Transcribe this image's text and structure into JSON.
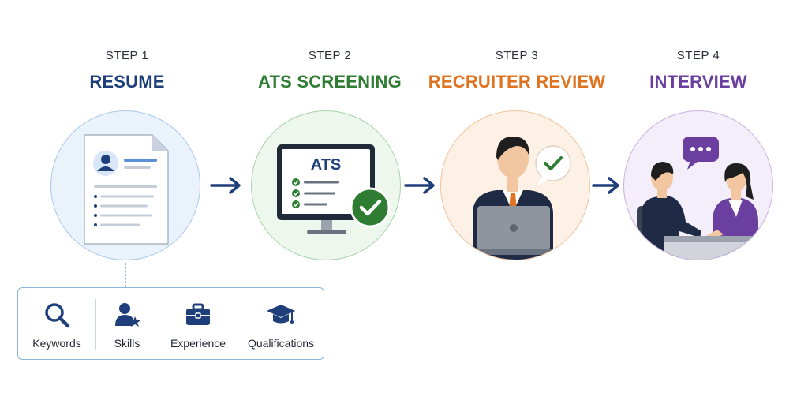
{
  "steps": [
    {
      "label": "STEP 1",
      "title": "RESUME",
      "color": "#1e3f7a"
    },
    {
      "label": "STEP 2",
      "title": "ATS SCREENING",
      "color": "#2e7d32"
    },
    {
      "label": "STEP 3",
      "title": "RECRUITER REVIEW",
      "color": "#e0731f"
    },
    {
      "label": "STEP 4",
      "title": "INTERVIEW",
      "color": "#6a3fa0"
    }
  ],
  "ats_screen_text": "ATS",
  "criteria": [
    {
      "label": "Keywords",
      "icon": "magnifier-icon"
    },
    {
      "label": "Skills",
      "icon": "person-star-icon"
    },
    {
      "label": "Experience",
      "icon": "briefcase-icon"
    },
    {
      "label": "Qualifications",
      "icon": "graduation-cap-icon"
    }
  ],
  "colors": {
    "navy": "#1e3f7a",
    "green": "#2e7d32",
    "orange": "#e0731f",
    "purple": "#6a3fa0",
    "arrow": "#1e3f7a"
  }
}
